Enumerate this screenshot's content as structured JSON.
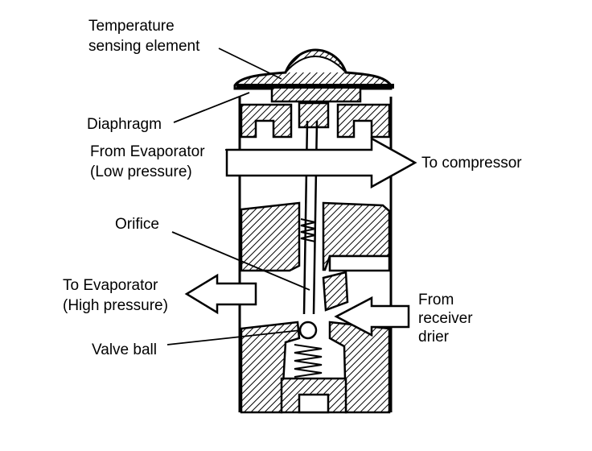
{
  "labels": {
    "temperature_sensing_1": "Temperature",
    "temperature_sensing_2": "sensing element",
    "diaphragm": "Diaphragm",
    "from_evaporator_1": "From Evaporator",
    "from_evaporator_2": "(Low pressure)",
    "to_compressor": "To compressor",
    "orifice": "Orifice",
    "to_evaporator_1": "To Evaporator",
    "to_evaporator_2": "(High pressure)",
    "from_receiver_1": "From",
    "from_receiver_2": "receiver",
    "from_receiver_3": "drier",
    "valve_ball": "Valve ball"
  },
  "colors": {
    "ink": "#000000",
    "background": "#ffffff"
  }
}
